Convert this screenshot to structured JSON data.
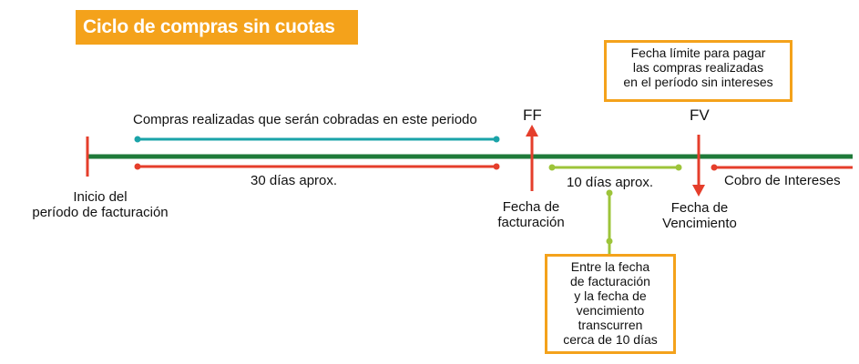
{
  "title": "Ciclo de compras sin cuotas",
  "labels": {
    "purchases": "Compras realizadas que serán cobradas en este periodo",
    "thirty_days": "30 días aprox.",
    "ten_days": "10 días aprox.",
    "interest": "Cobro de Intereses",
    "start_line1": "Inicio del",
    "start_line2": "período de facturación",
    "ff_marker": "FF",
    "fv_marker": "FV",
    "billing_line1": "Fecha de",
    "billing_line2": "facturación",
    "due_line1": "Fecha de",
    "due_line2": "Vencimiento"
  },
  "top_box": {
    "line1": "Fecha límite para pagar",
    "line2": "las compras realizadas",
    "line3": "en el período sin intereses"
  },
  "bottom_box": {
    "line1": "Entre la fecha",
    "line2": "de facturación",
    "line3": "y la fecha de",
    "line4": "vencimiento",
    "line5": "transcurren",
    "line6": "cerca de 10 días"
  },
  "colors": {
    "accent": "#f4a21b",
    "timeline": "#1f7a3a",
    "red": "#e53e2b",
    "teal": "#1aa3a8",
    "lime": "#9dc43a"
  }
}
